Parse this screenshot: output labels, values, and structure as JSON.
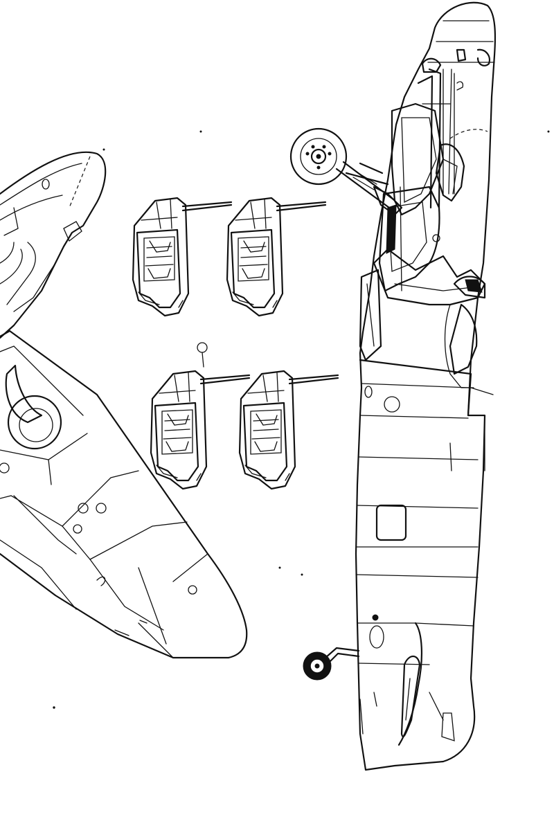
{
  "drawing": {
    "subject": "aircraft-fuselage-line-drawing",
    "ink_color": "#111111",
    "paper_color": "#ffffff",
    "parts": [
      "fuselage-upper-view",
      "fuselage-side-view",
      "cockpit-canopy-variant-1",
      "cockpit-canopy-variant-2",
      "cockpit-canopy-variant-3",
      "cockpit-canopy-variant-4",
      "main-landing-wheel",
      "tail-wheel"
    ]
  }
}
